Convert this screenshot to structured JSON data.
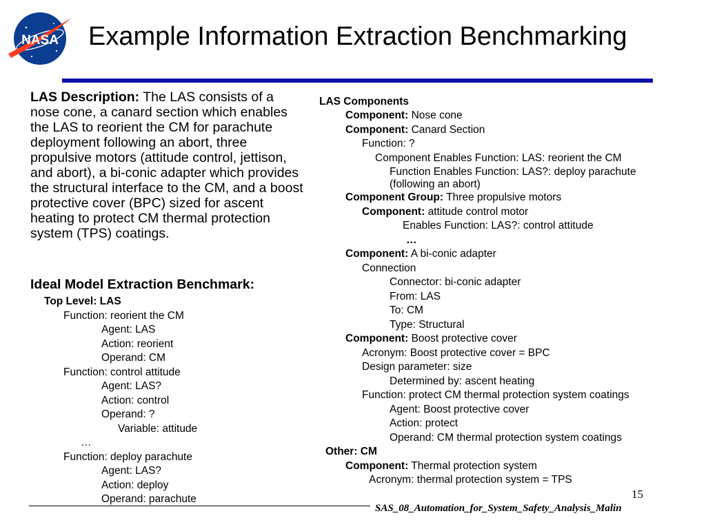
{
  "header": {
    "title": "Example Information Extraction Benchmarking",
    "logo_text": "NASA"
  },
  "description": {
    "label": "LAS Description:",
    "text": " The LAS consists of a nose cone, a canard section which enables the LAS to reorient the CM for parachute deployment following an abort, three propulsive motors (attitude control, jettison, and abort), a bi-conic adapter which provides the structural interface to the CM, and a boost protective cover (BPC) sized for ascent heating to protect CM thermal protection system (TPS) coatings."
  },
  "benchmark": {
    "heading": "Ideal Model Extraction Benchmark:",
    "lines": [
      {
        "b": "Top Level: LAS",
        "t": ""
      },
      {
        "b": "",
        "t": "Function: reorient the CM"
      },
      {
        "b": "",
        "t": "Agent: LAS"
      },
      {
        "b": "",
        "t": "Action: reorient"
      },
      {
        "b": "",
        "t": "Operand: CM"
      },
      {
        "b": "",
        "t": "Function: control attitude"
      },
      {
        "b": "",
        "t": "Agent: LAS?"
      },
      {
        "b": "",
        "t": "Action: control"
      },
      {
        "b": "",
        "t": "Operand: ?"
      },
      {
        "b": "",
        "t": "Variable: attitude"
      },
      {
        "b": "",
        "t": "…"
      },
      {
        "b": "",
        "t": "Function: deploy parachute"
      },
      {
        "b": "",
        "t": "Agent: LAS?"
      },
      {
        "b": "",
        "t": "Action: deploy"
      },
      {
        "b": "",
        "t": "Operand: parachute"
      }
    ]
  },
  "components": {
    "lines": [
      {
        "b": "LAS Components",
        "t": ""
      },
      {
        "b": "Component:",
        "t": " Nose cone"
      },
      {
        "b": "Component:",
        "t": " Canard Section"
      },
      {
        "b": "",
        "t": "Function: ?"
      },
      {
        "b": "",
        "t": "Component Enables Function: LAS: reorient the CM"
      },
      {
        "b": "",
        "t": "Function Enables Function: LAS?: deploy parachute"
      },
      {
        "b": "",
        "t": "(following an abort)"
      },
      {
        "b": "Component Group:",
        "t": " Three propulsive motors"
      },
      {
        "b": "Component:",
        "t": " attitude control motor"
      },
      {
        "b": "",
        "t": "Enables Function: LAS?: control attitude"
      },
      {
        "b": "…",
        "t": ""
      },
      {
        "b": "Component:",
        "t": " A bi-conic adapter"
      },
      {
        "b": "",
        "t": "Connection"
      },
      {
        "b": "",
        "t": "Connector: bi-conic adapter"
      },
      {
        "b": "",
        "t": "From: LAS"
      },
      {
        "b": "",
        "t": "To: CM"
      },
      {
        "b": "",
        "t": "Type: Structural"
      },
      {
        "b": "Component:",
        "t": " Boost protective cover"
      },
      {
        "b": "",
        "t": "Acronym: Boost protective cover = BPC"
      },
      {
        "b": "",
        "t": "Design parameter: size"
      },
      {
        "b": "",
        "t": "Determined by: ascent heating"
      },
      {
        "b": "",
        "t": "Function: protect CM thermal protection system coatings"
      },
      {
        "b": "",
        "t": "Agent: Boost protective cover"
      },
      {
        "b": "",
        "t": "Action: protect"
      },
      {
        "b": "",
        "t": "Operand: CM thermal protection system coatings"
      },
      {
        "b": "Other: CM",
        "t": ""
      },
      {
        "b": "Component:",
        "t": " Thermal protection system"
      },
      {
        "b": "",
        "t": "Acronym: thermal protection system = TPS"
      }
    ]
  },
  "footer": {
    "page_number": "15",
    "text": "SAS_08_Automation_for_System_Safety_Analysis_Malin"
  },
  "colors": {
    "title_rule": "#0b10a8",
    "logo_blue": "#0b3d91",
    "logo_red": "#fc3d21"
  }
}
